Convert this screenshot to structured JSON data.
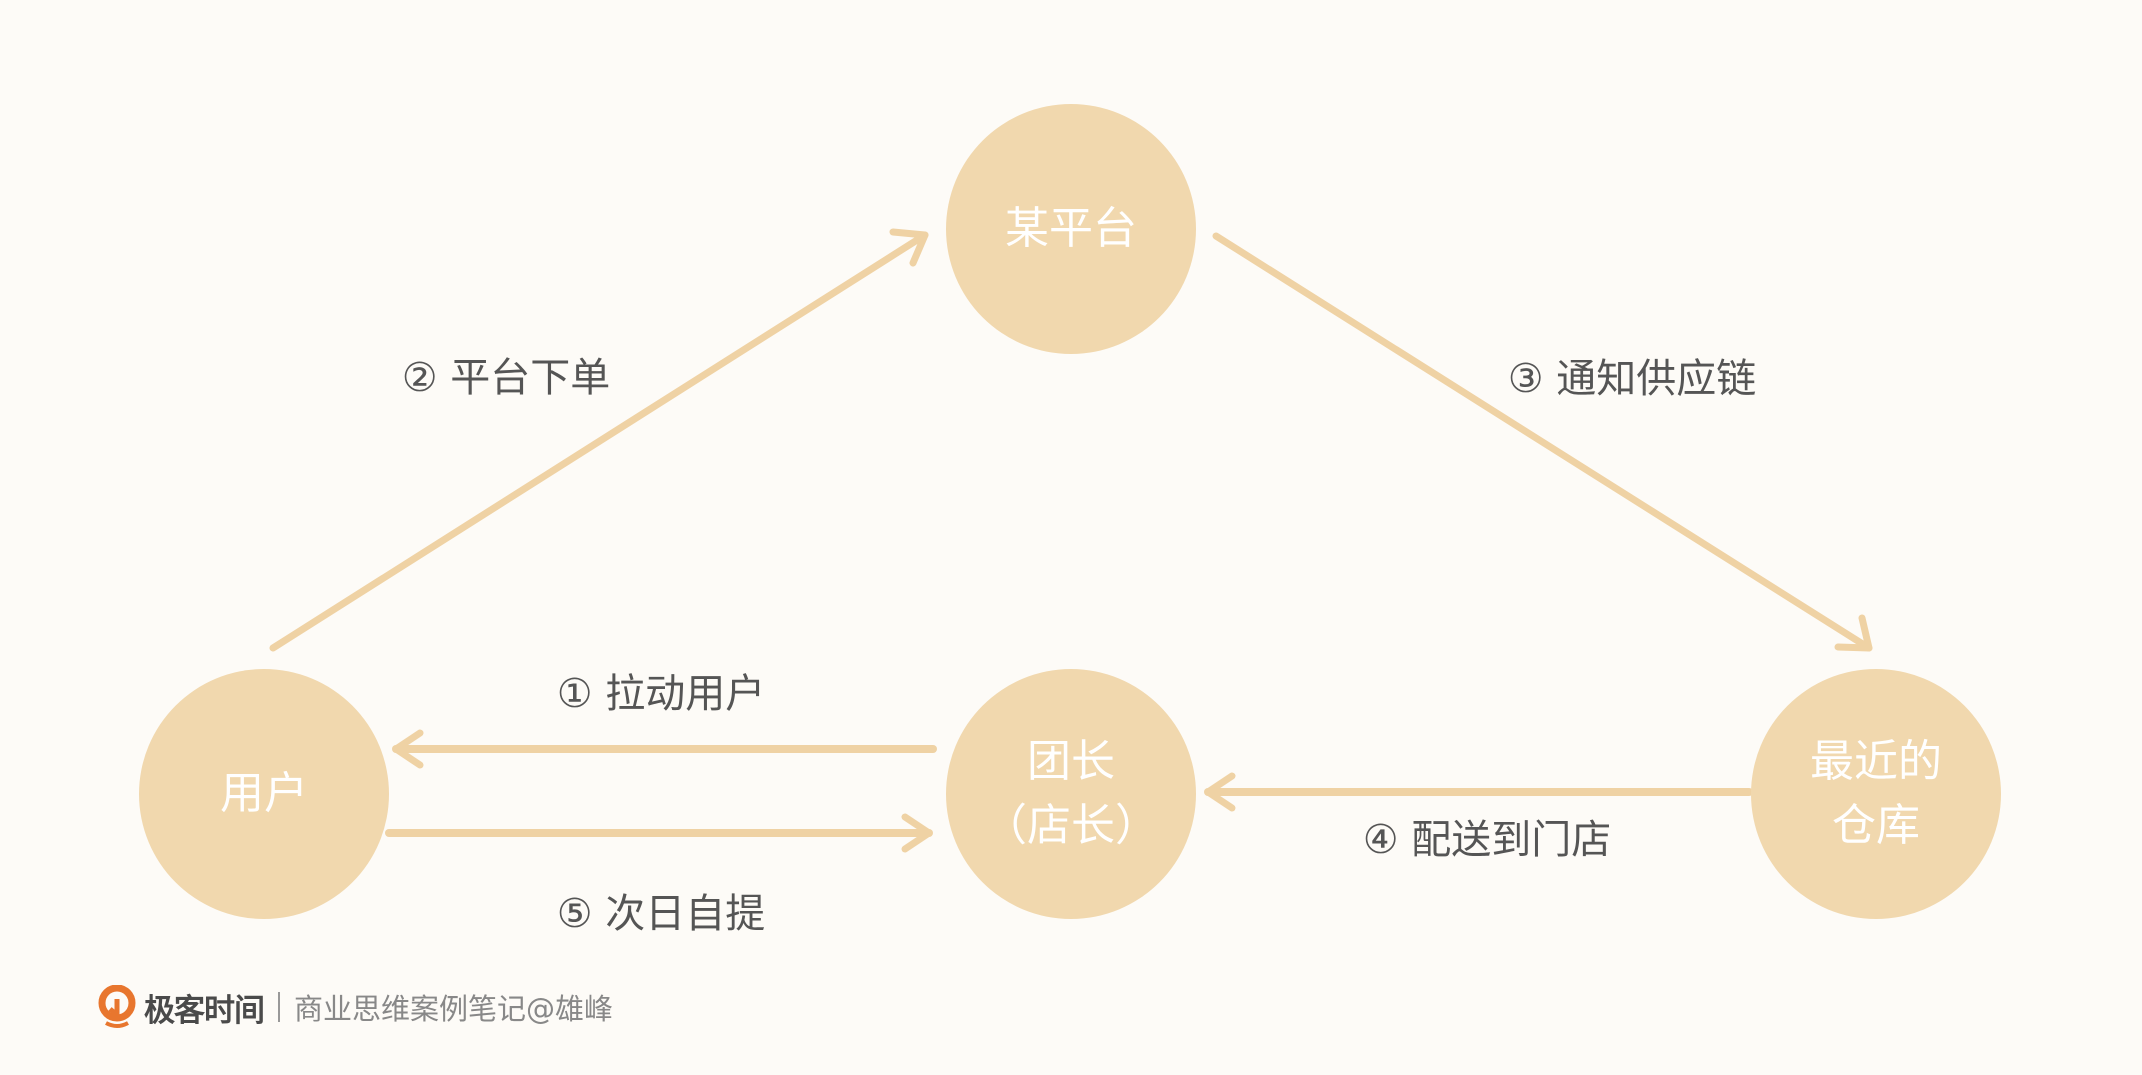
{
  "nodes": {
    "platform": "某平台",
    "user": "用户",
    "leader": "团长\n（店长）",
    "warehouse": "最近的\n仓库"
  },
  "steps": {
    "s1": "① 拉动用户",
    "s2": "② 平台下单",
    "s3": "③ 通知供应链",
    "s4": "④ 配送到门店",
    "s5": "⑤ 次日自提"
  },
  "footer": {
    "brand": "极客时间",
    "credit": "商业思维案例笔记@雄峰"
  },
  "colors": {
    "background": "#fdfbf7",
    "node": "#f1d8ae",
    "arrow": "#efd2a4",
    "text": "#555555",
    "logo": "#e8762e"
  }
}
